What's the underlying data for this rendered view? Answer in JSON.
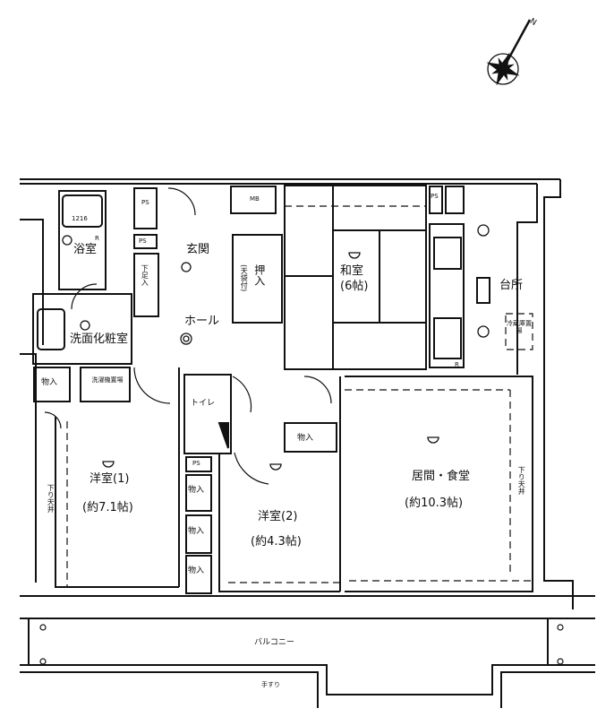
{
  "compass": {
    "label": "N",
    "icon": "compass-rose-icon"
  },
  "rooms": {
    "bath": {
      "label": "浴室",
      "tub_label": "1216"
    },
    "washroom": {
      "label": "洗面化粧室"
    },
    "entrance": {
      "label": "玄関"
    },
    "hall": {
      "label": "ホール"
    },
    "shoe_storage": {
      "label": "下足入"
    },
    "oshiire": {
      "label": "押入",
      "note": "(天袋付)"
    },
    "washitsu": {
      "label": "和室",
      "size": "(6帖)"
    },
    "kitchen": {
      "label": "台所"
    },
    "fridge": {
      "label": "冷蔵庫置場"
    },
    "toilet": {
      "label": "トイレ"
    },
    "washer": {
      "label": "洗濯機置場"
    },
    "western1": {
      "label": "洋室(1)",
      "size": "(約7.1帖)"
    },
    "western2": {
      "label": "洋室(2)",
      "size": "(約4.3帖)"
    },
    "living": {
      "label": "居間・食堂",
      "size": "(約10.3帖)"
    },
    "balcony": {
      "label": "バルコニー"
    },
    "handrail": {
      "label": "手すり"
    }
  },
  "storage": [
    {
      "label": "物入"
    },
    {
      "label": "物入"
    },
    {
      "label": "物入"
    },
    {
      "label": "物入"
    },
    {
      "label": "物入"
    }
  ],
  "utility": {
    "ps": "PS",
    "mb": "MB",
    "r": "R",
    "lowered_ceiling": "下り天井"
  }
}
